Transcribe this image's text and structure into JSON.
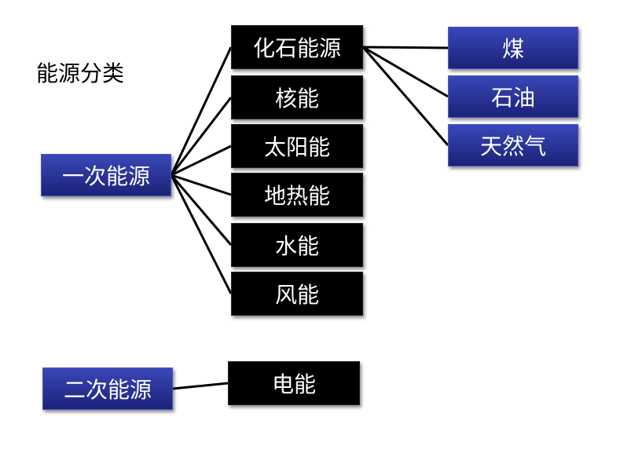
{
  "title": "能源分类",
  "primary": {
    "label": "一次能源",
    "children": [
      "化石能源",
      "核能",
      "太阳能",
      "地热能",
      "水能",
      "风能"
    ]
  },
  "fossil": {
    "children": [
      "煤",
      "石油",
      "天然气"
    ]
  },
  "secondary": {
    "label": "二次能源",
    "children": [
      "电能"
    ]
  },
  "colors": {
    "blue_box": "#2a33a0",
    "black_box": "#000000",
    "line": "#000000"
  }
}
